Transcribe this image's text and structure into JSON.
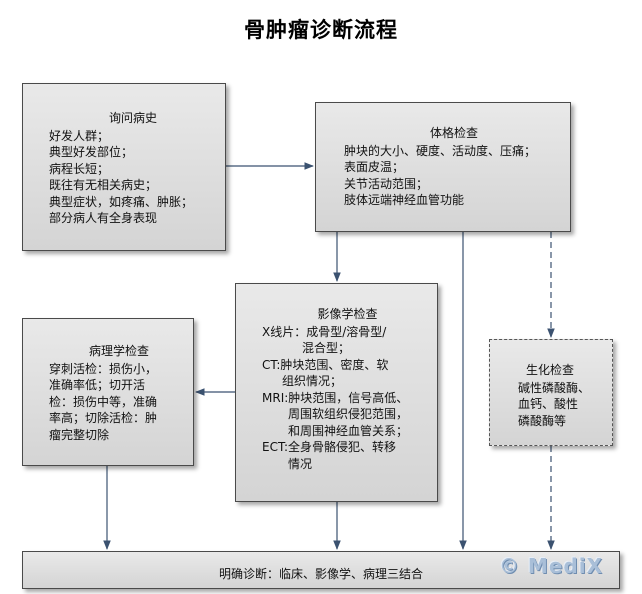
{
  "title": "骨肿瘤诊断流程",
  "history": {
    "heading": "询问病史",
    "lines": [
      "好发人群；",
      "典型好发部位；",
      "病程长短；",
      "既往有无相关病史；",
      "典型症状，如疼痛、肿胀；",
      "部分病人有全身表现"
    ]
  },
  "physical": {
    "heading": "体格检查",
    "lines": [
      "肿块的大小、硬度、活动度、压痛；",
      "表面皮温；",
      "关节活动范围；",
      "肢体远端神经血管功能"
    ]
  },
  "imaging": {
    "heading": "影像学检查",
    "lines": [
      "X线片：成骨型/溶骨型/",
      "混合型；",
      "CT:肿块范围、密度、软",
      "组织情况；",
      "MRI:肿块范围，信号高低、",
      "周围软组织侵犯范围，",
      "和周围神经血管关系；",
      "ECT:全身骨骼侵犯、转移",
      "情况"
    ]
  },
  "pathology": {
    "heading": "病理学检查",
    "lines": [
      "穿刺活检：损伤小，",
      "准确率低；切开活",
      "检：损伤中等，准确",
      "率高；切除活检：肿",
      "瘤完整切除"
    ]
  },
  "biochem": {
    "heading": "生化检查",
    "lines": [
      "碱性磷酸酶、",
      "血钙、酸性",
      "磷酸酶等"
    ]
  },
  "diagnosis": {
    "text": "明确诊断：临床、影像学、病理三结合",
    "logo": "© MediX"
  }
}
